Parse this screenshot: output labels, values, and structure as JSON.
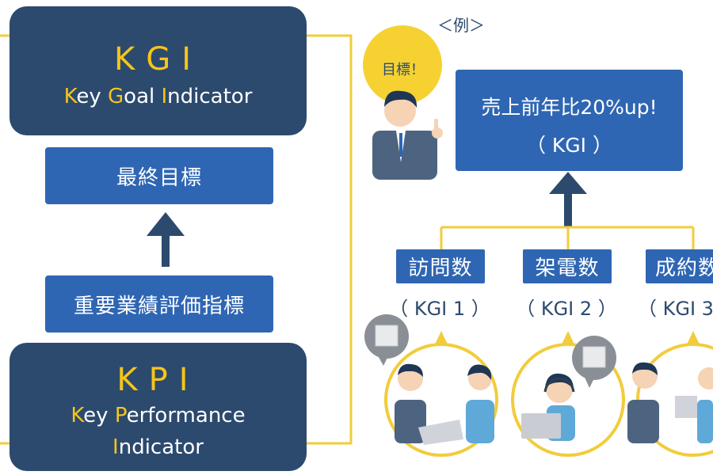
{
  "left": {
    "kgi": {
      "abbr": "KGI",
      "full_parts": [
        "K",
        "ey ",
        "G",
        "oal ",
        "I",
        "ndicator"
      ]
    },
    "final_goal": "最終目標",
    "important": "重要業績評価指標",
    "kpi": {
      "abbr": "KPI",
      "line1_parts": [
        "K",
        "ey ",
        "P",
        "erformance"
      ],
      "line2_parts": [
        "I",
        "ndicator"
      ]
    }
  },
  "right": {
    "example_label": "＜例＞",
    "bubble": "目標！",
    "target_line1": "売上前年比20%up!",
    "target_line2": "（ KGI ）",
    "items": [
      {
        "label": "訪問数",
        "sub": "（ KGI 1 ）"
      },
      {
        "label": "架電数",
        "sub": "（ KGI 2 ）"
      },
      {
        "label": "成約数",
        "sub": "（ KGI 3"
      }
    ]
  },
  "colors": {
    "navy": "#2c4a6e",
    "blue": "#2f66b3",
    "yellow": "#f5c518",
    "line": "#f2cc3b"
  }
}
